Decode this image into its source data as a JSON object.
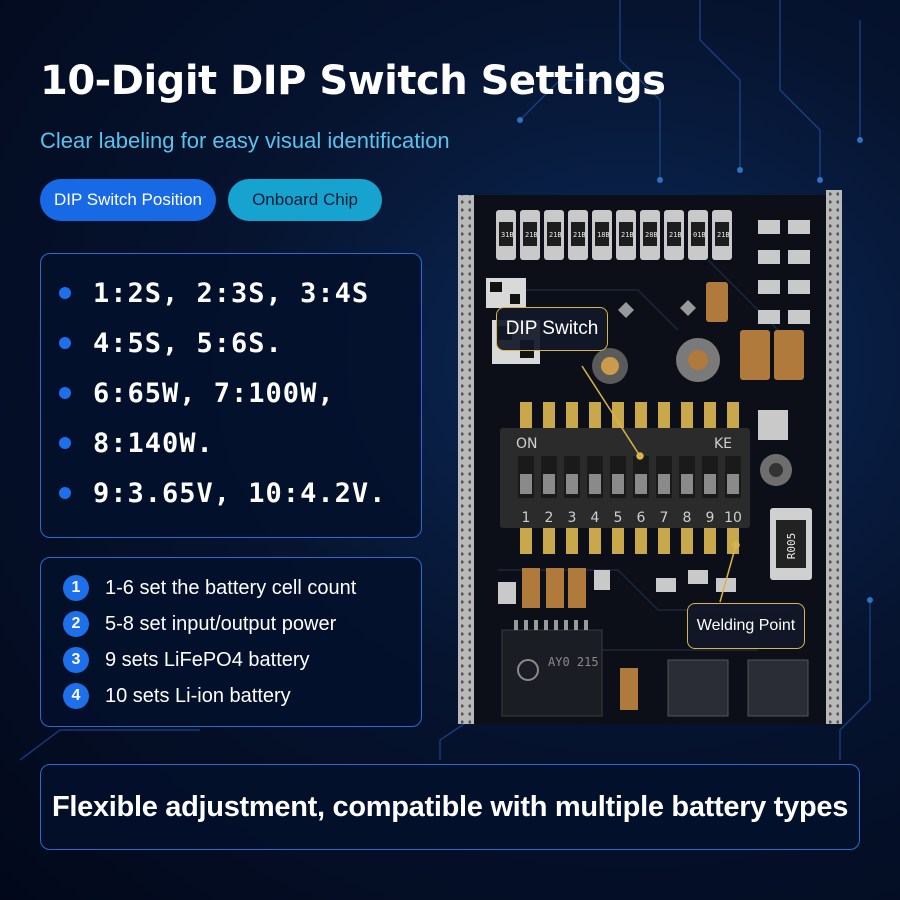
{
  "title": "10-Digit DIP Switch Settings",
  "subtitle": "Clear labeling for easy visual identification",
  "tabs": [
    {
      "label": "DIP Switch Position",
      "color": "#1769e6"
    },
    {
      "label": "Onboard Chip",
      "color": "#17a3cf"
    }
  ],
  "settings": [
    "1:2S, 2:3S, 3:4S",
    "4:5S, 5:6S.",
    "6:65W, 7:100W,",
    "8:140W.",
    "9:3.65V, 10:4.2V."
  ],
  "notes": [
    {
      "num": "1",
      "text": "1-6 set the battery cell count"
    },
    {
      "num": "2",
      "text": "5-8 set input/output power"
    },
    {
      "num": "3",
      "text": "9 sets LiFePO4 battery"
    },
    {
      "num": "4",
      "text": "10 sets Li-ion battery"
    }
  ],
  "board": {
    "dip_on_label": "ON",
    "dip_ke_label": "KE",
    "dip_numbers": [
      "1",
      "2",
      "3",
      "4",
      "5",
      "6",
      "7",
      "8",
      "9",
      "10"
    ],
    "resistor_label": "R005",
    "resistor_codes": [
      "31B",
      "21B",
      "21B",
      "21B",
      "18B",
      "21B",
      "28B",
      "21B",
      "01B",
      "21B"
    ],
    "chip_text": "AY0\n215"
  },
  "callouts": {
    "dip_switch": "DIP Switch",
    "welding_point": "Welding Point"
  },
  "footer": "Flexible adjustment, compatible with multiple battery types",
  "colors": {
    "accent_blue": "#1d6fea",
    "cyan_text": "#58c3ee",
    "callout_border": "#d7b44a"
  }
}
